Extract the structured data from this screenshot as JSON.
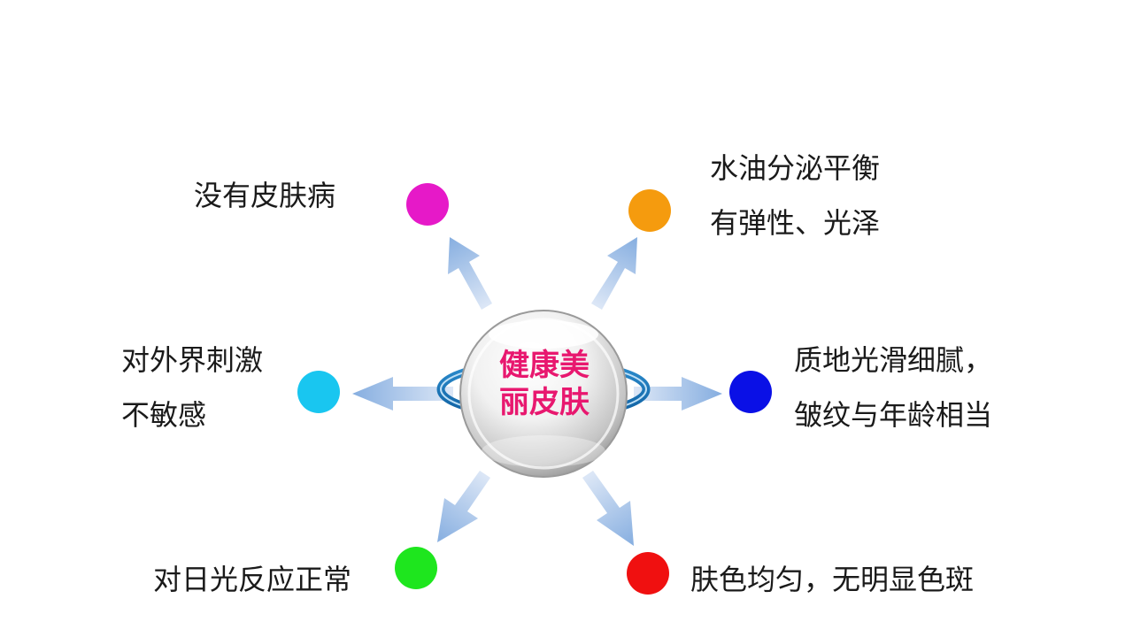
{
  "center": {
    "line1": "健康美",
    "line2": "丽皮肤"
  },
  "nodes": {
    "top_left": {
      "lines": [
        "没有皮肤病"
      ],
      "color": "#e619c8"
    },
    "top_right": {
      "lines": [
        "水油分泌平衡",
        "有弹性、光泽"
      ],
      "color": "#f59b0e"
    },
    "mid_left": {
      "lines": [
        "对外界刺激",
        "不敏感"
      ],
      "color": "#19c6f0"
    },
    "mid_right": {
      "lines": [
        "质地光滑细腻，",
        "皱纹与年龄相当"
      ],
      "color": "#0a10e6"
    },
    "bottom_left": {
      "lines": [
        "对日光反应正常"
      ],
      "color": "#1ee61e"
    },
    "bottom_right": {
      "lines": [
        "肤色均匀，无明显色斑"
      ],
      "color": "#f01010"
    }
  },
  "colors": {
    "arrow": "#a9c3e8",
    "center_text": "#e8186f"
  }
}
